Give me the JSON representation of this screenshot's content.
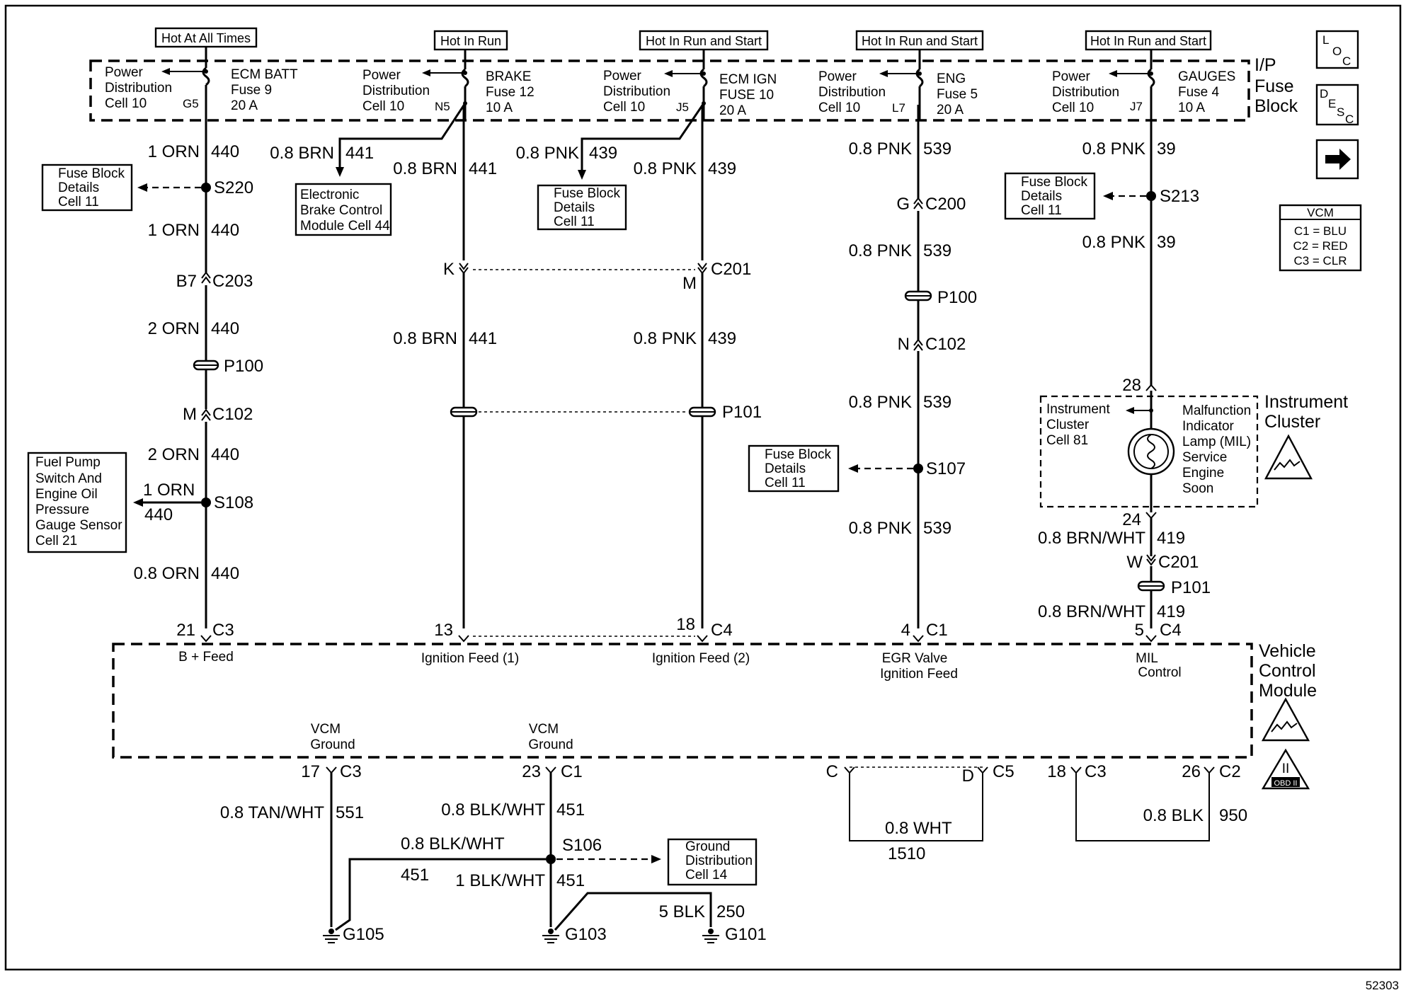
{
  "fuse_block": {
    "title": [
      "I/P",
      "Fuse",
      "Block"
    ],
    "headers": [
      "Hot At All Times",
      "Hot In Run",
      "Hot In Run and Start",
      "Hot In Run and Start",
      "Hot In Run and Start"
    ],
    "power_dist": [
      "Power",
      "Distribution",
      "Cell 10"
    ],
    "fuses": [
      {
        "name": "ECM BATT",
        "fuse": "Fuse 9",
        "amps": "20 A",
        "pin": "G5"
      },
      {
        "name": "BRAKE",
        "fuse": "Fuse 12",
        "amps": "10 A",
        "pin": "N5"
      },
      {
        "name": "ECM IGN",
        "fuse": "FUSE 10",
        "amps": "20 A",
        "pin": "J5"
      },
      {
        "name": "ENG",
        "fuse": "Fuse 5",
        "amps": "20 A",
        "pin": "L7"
      },
      {
        "name": "GAUGES",
        "fuse": "Fuse 4",
        "amps": "10 A",
        "pin": "J7"
      }
    ]
  },
  "ref_boxes": {
    "fuse_block_details": [
      "Fuse Block",
      "Details",
      "Cell 11"
    ],
    "ebcm": [
      "Electronic",
      "Brake Control",
      "Module Cell 44"
    ],
    "fuel_pump": [
      "Fuel Pump",
      "Switch And",
      "Engine Oil",
      "Pressure",
      "Gauge Sensor",
      "Cell 21"
    ],
    "ground_dist": [
      "Ground",
      "Distribution",
      "Cell 14"
    ]
  },
  "nav": {
    "loc": [
      "L",
      "O",
      "C"
    ],
    "desc": [
      "D",
      "E",
      "S",
      "C"
    ]
  },
  "vcm_legend": {
    "title": "VCM",
    "rows": [
      "C1 = BLU",
      "C2 = RED",
      "C3 = CLR"
    ]
  },
  "wires": {
    "w440": {
      "a": "1 ORN",
      "b": "2 ORN",
      "c": "0.8 ORN",
      "num": "440"
    },
    "w441": {
      "color": "0.8 BRN",
      "num": "441"
    },
    "w439": {
      "color": "0.8 PNK",
      "num": "439"
    },
    "w539": {
      "color": "0.8 PNK",
      "num": "539"
    },
    "w39": {
      "color": "0.8 PNK",
      "num": "39"
    },
    "w419": {
      "color": "0.8 BRN/WHT",
      "num": "419"
    },
    "w551": {
      "color": "0.8 TAN/WHT",
      "num": "551"
    },
    "w451": {
      "a": "0.8 BLK/WHT",
      "b": "1 BLK/WHT",
      "num": "451"
    },
    "w250": {
      "color": "5 BLK",
      "num": "250"
    },
    "w1510": {
      "color": "0.8 WHT",
      "num": "1510"
    },
    "w950": {
      "color": "0.8 BLK",
      "num": "950"
    }
  },
  "connectors": {
    "S220": "S220",
    "B7": "B7",
    "C203": "C203",
    "P100": "P100",
    "M": "M",
    "C102": "C102",
    "S108": "S108",
    "K": "K",
    "C201": "C201",
    "P101": "P101",
    "G": "G",
    "C200": "C200",
    "N": "N",
    "S107": "S107",
    "S213": "S213",
    "W": "W",
    "S106": "S106"
  },
  "vcm": {
    "title": [
      "Vehicle",
      "Control",
      "Module"
    ],
    "pins": [
      {
        "num": "21",
        "conn": "C3",
        "label": [
          "B + Feed"
        ]
      },
      {
        "num": "13",
        "conn": "",
        "label": [
          "Ignition Feed (1)"
        ]
      },
      {
        "num": "18",
        "conn": "C4",
        "label": [
          "Ignition Feed (2)"
        ]
      },
      {
        "num": "4",
        "conn": "C1",
        "label": [
          "EGR Valve",
          "Ignition Feed"
        ]
      },
      {
        "num": "5",
        "conn": "C4",
        "label": [
          "MIL",
          "Control"
        ]
      }
    ],
    "ground_label": [
      "VCM",
      "Ground"
    ],
    "bottom_pins": [
      {
        "num": "17",
        "conn": "C3"
      },
      {
        "num": "23",
        "conn": "C1"
      },
      {
        "num": "C",
        "conn": ""
      },
      {
        "num": "D",
        "conn": "C5"
      },
      {
        "num": "18",
        "conn": "C3"
      },
      {
        "num": "26",
        "conn": "C2"
      }
    ],
    "obd": "OBD II",
    "obd_roman": "II"
  },
  "cluster": {
    "title": [
      "Instrument",
      "Cluster"
    ],
    "ref": [
      "Instrument",
      "Cluster",
      "Cell 81"
    ],
    "mil": [
      "Malfunction",
      "Indicator",
      "Lamp (MIL)",
      "Service",
      "Engine",
      "Soon"
    ],
    "pin_top": "28",
    "pin_bottom": "24"
  },
  "grounds": [
    "G105",
    "G103",
    "G101"
  ],
  "figure_number": "52303"
}
